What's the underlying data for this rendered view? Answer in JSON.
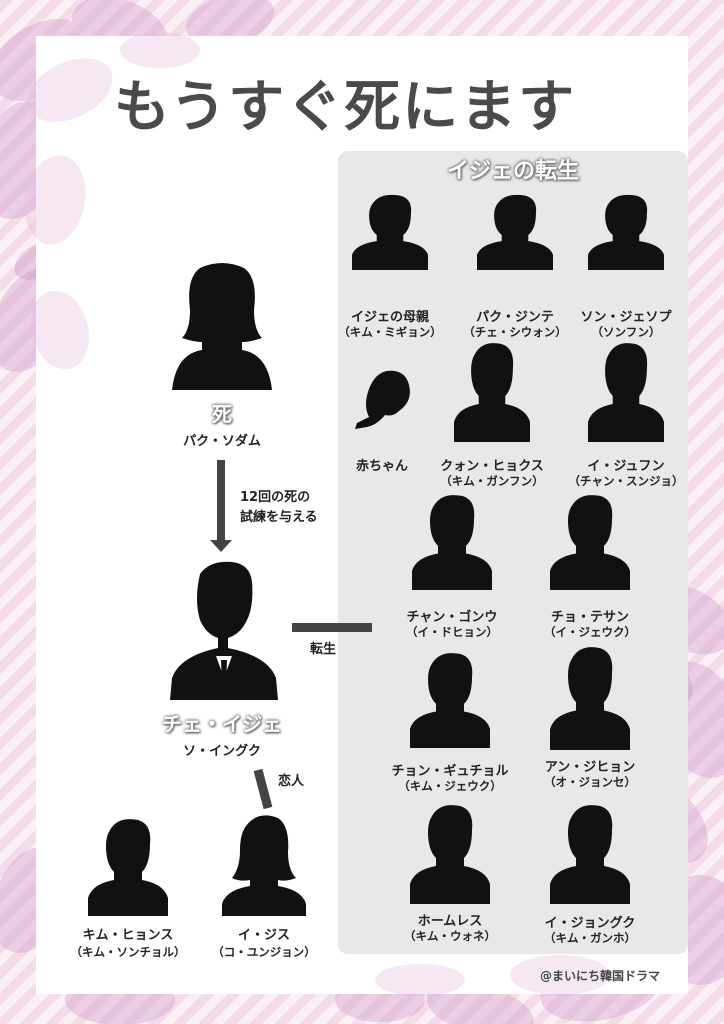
{
  "title": "もうすぐ死にます",
  "panel_title": "イジェの転生",
  "death": {
    "badge": "死",
    "name": "パク・ソダム"
  },
  "trial_note": {
    "line1": "12回の死の",
    "line2": "試練を与える"
  },
  "protagonist": {
    "badge": "チェ・イジェ",
    "name": "ソ・イングク"
  },
  "reincarnation_label": "転生",
  "lover_label": "恋人",
  "left_characters": [
    {
      "name": "キム・ヒョンス",
      "actor": "（キム・ソンチョル）"
    },
    {
      "name": "イ・ジス",
      "actor": "（コ・ユンジョン）"
    }
  ],
  "reincarnations": [
    {
      "name": "イジェの母親",
      "actor": "（キム・ミギョン）"
    },
    {
      "name": "パク・ジンテ",
      "actor": "（チェ・シウォン）"
    },
    {
      "name": "ソン・ジェソプ",
      "actor": "（ソンフン）"
    },
    {
      "name": "赤ちゃん",
      "actor": ""
    },
    {
      "name": "クォン・ヒョクス",
      "actor": "（キム・ガンフン）"
    },
    {
      "name": "イ・ジュフン",
      "actor": "（チャン・スンジョ）"
    },
    {
      "name": "チャン・ゴンウ",
      "actor": "（イ・ドヒョン）"
    },
    {
      "name": "チョ・テサン",
      "actor": "（イ・ジェウク）"
    },
    {
      "name": "チョン・ギュチョル",
      "actor": "（キム・ジェウク）"
    },
    {
      "name": "アン・ジヒョン",
      "actor": "（オ・ジョンセ）"
    },
    {
      "name": "ホームレス",
      "actor": "（キム・ウォネ）"
    },
    {
      "name": "イ・ジョングク",
      "actor": "（キム・ガンホ）"
    }
  ],
  "credit": "@まいにち韓国ドラマ",
  "colors": {
    "silhouette": "#111111",
    "panel": "#e8e8e8",
    "title": "#4a4a4a",
    "background_stripe": "#f3dbe9",
    "petal": "#d9a9cf",
    "connector": "#444444"
  },
  "icons": {
    "person": "person-silhouette-icon",
    "baby": "baby-silhouette-icon",
    "petal": "flower-petal-decoration"
  }
}
